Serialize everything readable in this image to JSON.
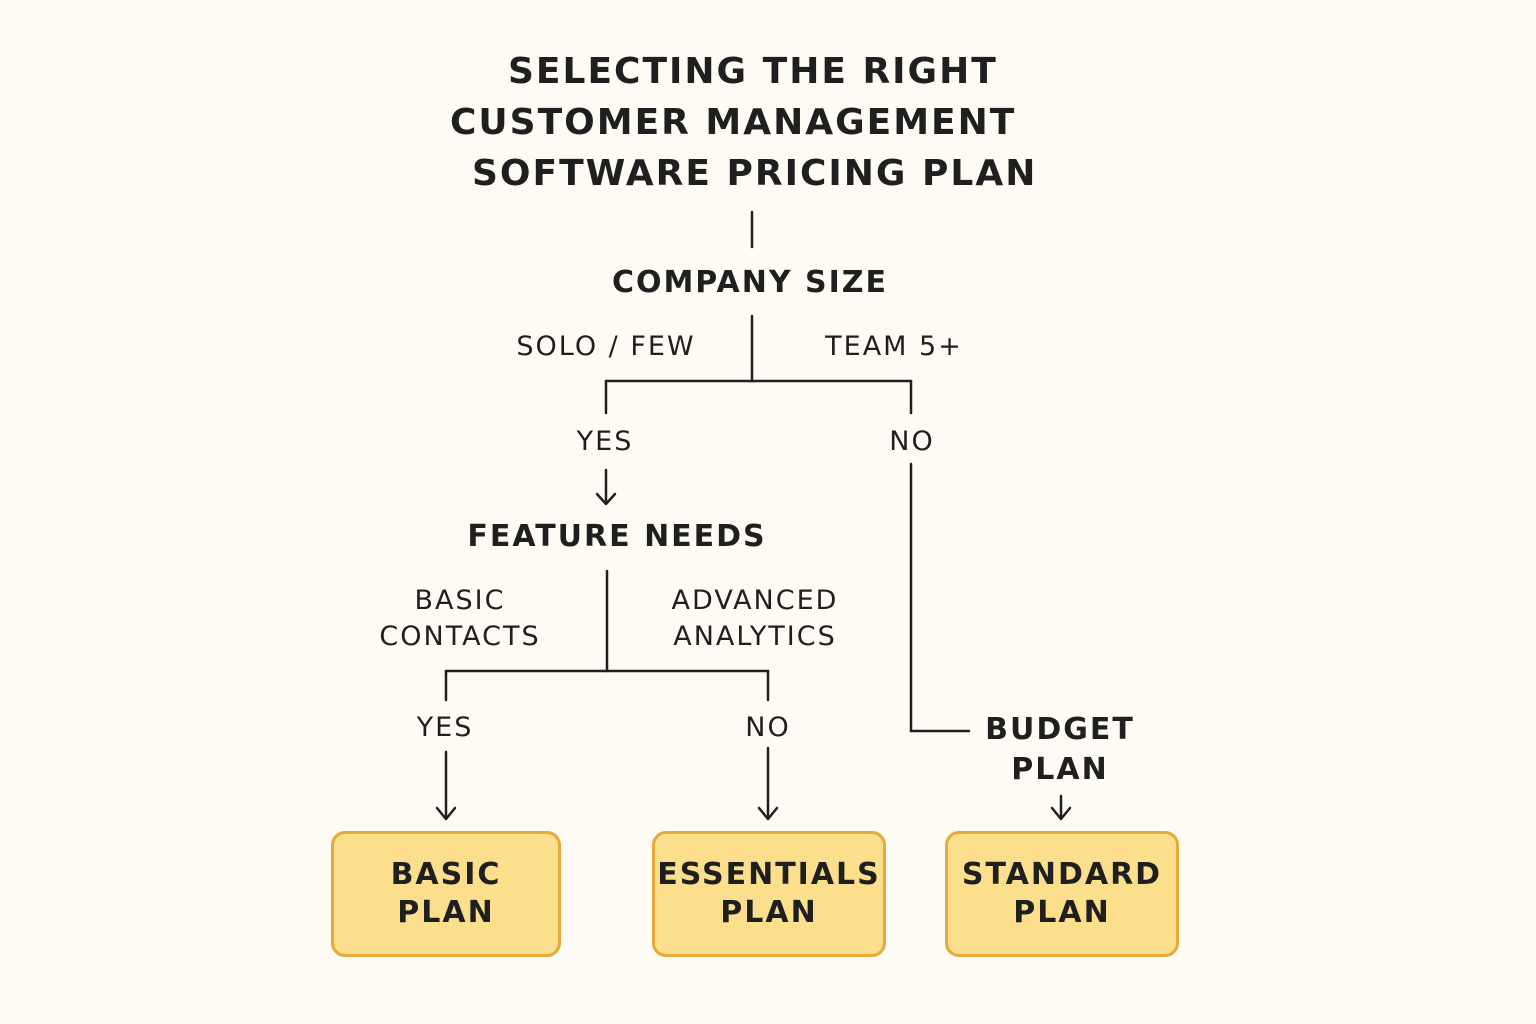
{
  "title": {
    "line1": "SELECTING THE RIGHT",
    "line2": "CUSTOMER MANAGEMENT",
    "line3": "SOFTWARE PRICING PLAN"
  },
  "company_size": {
    "label": "COMPANY SIZE",
    "left_branch": "SOLO / FEW",
    "right_branch": "TEAM 5+",
    "left_answer": "YES",
    "right_answer": "NO"
  },
  "feature_needs": {
    "label": "FEATURE NEEDS",
    "left_branch_line1": "BASIC",
    "left_branch_line2": "CONTACTS",
    "right_branch_line1": "ADVANCED",
    "right_branch_line2": "ANALYTICS",
    "left_answer": "YES",
    "right_answer": "NO"
  },
  "budget": {
    "line1": "BUDGET",
    "line2": "PLAN"
  },
  "plans": {
    "basic": {
      "line1": "BASIC",
      "line2": "PLAN"
    },
    "essentials": {
      "line1": "ESSENTIALS",
      "line2": "PLAN"
    },
    "standard": {
      "line1": "STANDARD",
      "line2": "PLAN"
    }
  },
  "colors": {
    "background": "#fdfbf4",
    "line": "#1f1f1f",
    "plan_fill": "#fbdf8c",
    "plan_border": "#e5aa3a"
  }
}
